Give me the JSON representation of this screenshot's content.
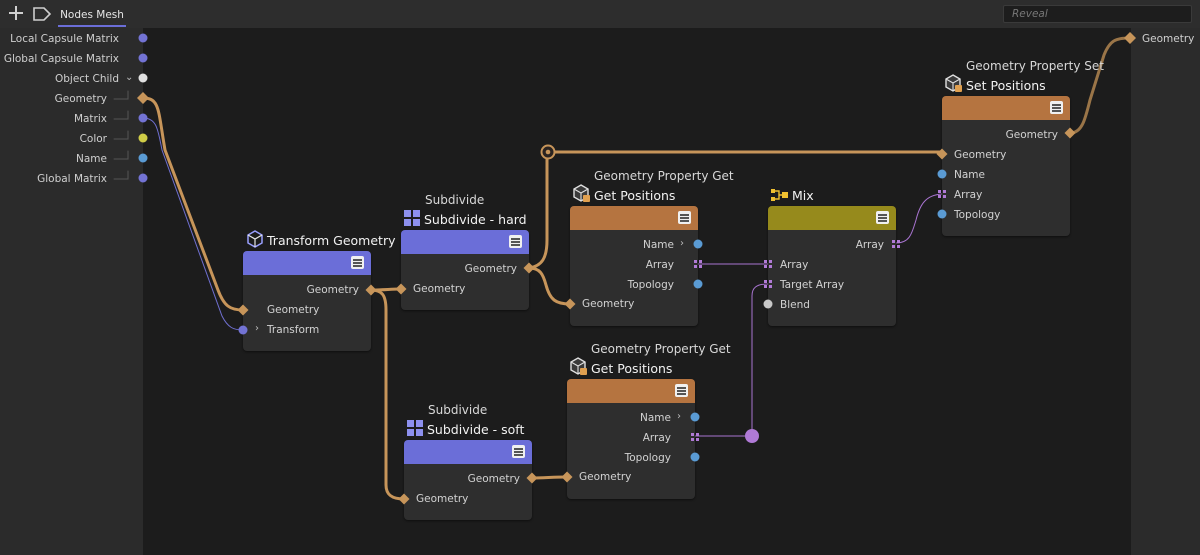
{
  "toolbar": {
    "tab_label": "Nodes Mesh",
    "search_placeholder": "Reveal",
    "add_icon": "plus-icon",
    "tag_icon": "tag-icon"
  },
  "colors": {
    "geometry_port": "#c7955a",
    "matrix_port": "#7373d4",
    "color_port": "#cfcc47",
    "name_port": "#5a9bd4",
    "array_port": "#b07ad6",
    "child_port": "#e0e0e0",
    "transform_header": "#6b6ed8",
    "property_header": "#b57440",
    "mix_header": "#968a1c"
  },
  "inputs": [
    "Local Capsule Matrix",
    "Global Capsule Matrix",
    "Object Child",
    "Geometry",
    "Matrix",
    "Color",
    "Name",
    "Global Matrix"
  ],
  "output": {
    "label": "Geometry"
  },
  "nodes": {
    "transform": {
      "title": "Transform Geometry",
      "out": "Geometry",
      "in_geometry": "Geometry",
      "in_transform": "Transform"
    },
    "sub_hard": {
      "subtitle": "Subdivide",
      "title": "Subdivide - hard",
      "out": "Geometry",
      "in": "Geometry"
    },
    "sub_soft": {
      "subtitle": "Subdivide",
      "title": "Subdivide - soft",
      "out": "Geometry",
      "in": "Geometry"
    },
    "get1": {
      "subtitle": "Geometry Property Get",
      "title": "Get Positions",
      "out_name": "Name",
      "out_array": "Array",
      "out_topology": "Topology",
      "in": "Geometry"
    },
    "get2": {
      "subtitle": "Geometry Property Get",
      "title": "Get Positions",
      "out_name": "Name",
      "out_array": "Array",
      "out_topology": "Topology",
      "in": "Geometry"
    },
    "mix": {
      "title": "Mix",
      "out": "Array",
      "in_array": "Array",
      "in_target": "Target Array",
      "in_blend": "Blend"
    },
    "set": {
      "subtitle": "Geometry Property Set",
      "title": "Set Positions",
      "out": "Geometry",
      "in_geometry": "Geometry",
      "in_name": "Name",
      "in_array": "Array",
      "in_topology": "Topology"
    }
  }
}
